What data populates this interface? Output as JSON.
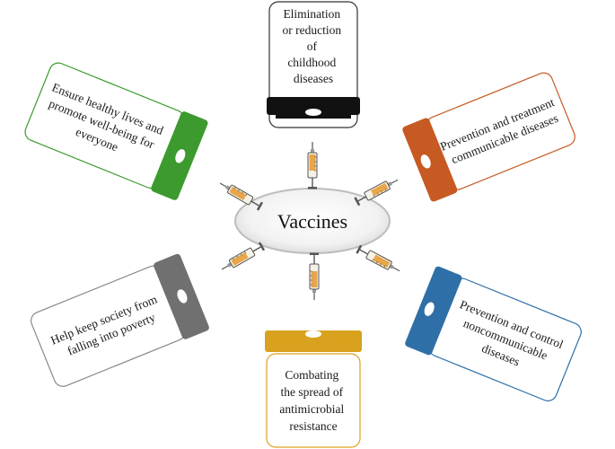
{
  "center": {
    "label": "Vaccines"
  },
  "vials": [
    {
      "id": "top",
      "lines": [
        "Elimination",
        "or reduction",
        "of",
        "childhood",
        "diseases"
      ],
      "cap_color": "#111111",
      "outline": "#333333"
    },
    {
      "id": "top-right",
      "lines": [
        "Prevention and treatment",
        "communicable diseases"
      ],
      "cap_color": "#c65a22",
      "outline": "#c65a22"
    },
    {
      "id": "bottom-right",
      "lines": [
        "Prevention and control",
        "noncommunicable",
        "diseases"
      ],
      "cap_color": "#2f6fa8",
      "outline": "#2f6fa8"
    },
    {
      "id": "bottom",
      "lines": [
        "Combating",
        "the spread of",
        "antimicrobial",
        "resistance"
      ],
      "cap_color": "#d9a21e",
      "outline": "#d9a21e"
    },
    {
      "id": "bottom-left",
      "lines": [
        "Help keep society from",
        "falling into poverty"
      ],
      "cap_color": "#707070",
      "outline": "#888888"
    },
    {
      "id": "top-left",
      "lines": [
        "Ensure healthy lives and",
        "promote well-being for",
        "everyone"
      ],
      "cap_color": "#3c9a2e",
      "outline": "#3c9a2e"
    }
  ],
  "colors": {
    "syringe_fluid": "#e8a64a",
    "syringe_body": "#f6f1e6",
    "center_fill": "#eeeeee"
  }
}
